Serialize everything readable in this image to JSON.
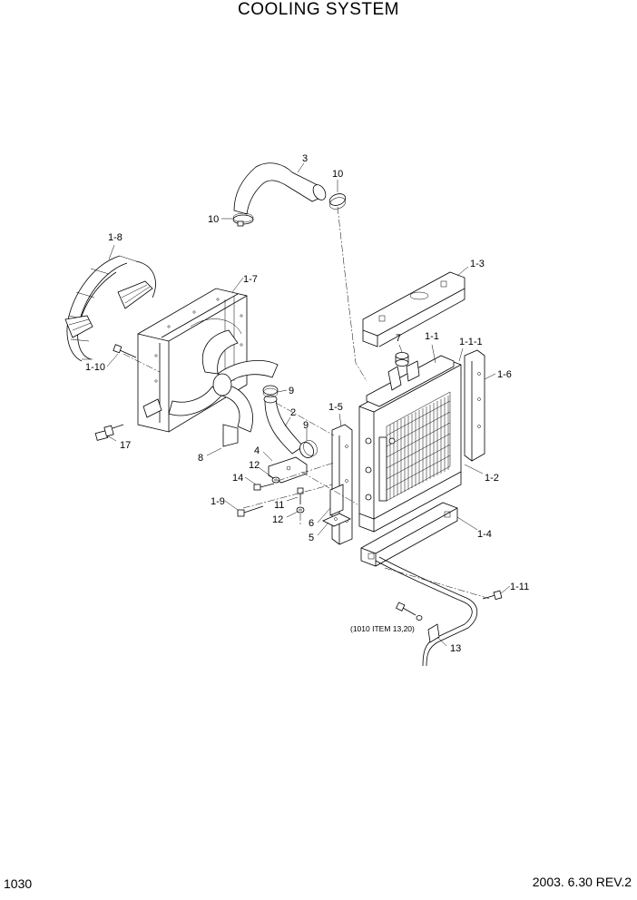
{
  "page": {
    "title": "COOLING SYSTEM",
    "page_number": "1030",
    "revision": "2003. 6.30  REV.2"
  },
  "callouts": {
    "c3": "3",
    "c10a": "10",
    "c10b": "10",
    "c1_8": "1-8",
    "c1_7": "1-7",
    "c1_3": "1-3",
    "c1_10": "1-10",
    "c7": "7",
    "c1_1": "1-1",
    "c1_1_1": "1-1-1",
    "c1_6": "1-6",
    "c9a": "9",
    "c2": "2",
    "c1_5": "1-5",
    "c9b": "9",
    "c17": "17",
    "c8": "8",
    "c4": "4",
    "c12a": "12",
    "c14": "14",
    "c1_2": "1-2",
    "c11": "11",
    "c1_9": "1-9",
    "c12b": "12",
    "c6": "6",
    "c5": "5",
    "c1_4": "1-4",
    "c1_11": "1-11",
    "c13": "13",
    "note": "(1010 ITEM 13,20)"
  }
}
